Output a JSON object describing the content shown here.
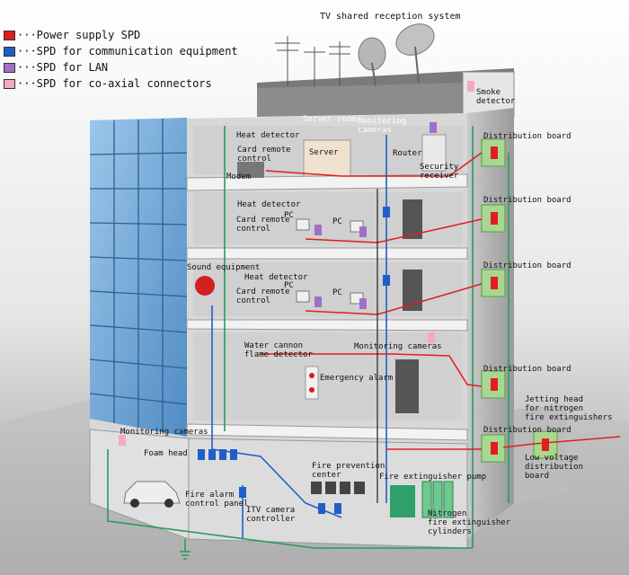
{
  "legend": [
    {
      "label": "···Power supply SPD",
      "color": "#e01e1e"
    },
    {
      "label": "···SPD for communication equipment",
      "color": "#1f5fc8"
    },
    {
      "label": "···SPD for LAN",
      "color": "#a070c8"
    },
    {
      "label": "···SPD for co-axial connectors",
      "color": "#f4a8c8"
    }
  ],
  "labels": {
    "tv_system": "TV shared reception system",
    "smoke_detector": "Smoke\ndetector",
    "server_room": "Server room",
    "monitoring_cameras_top": "Monitoring\ncameras",
    "heat_detector_1": "Heat detector",
    "card_remote_1": "Card remote\ncontrol",
    "server": "Server",
    "router": "Router",
    "modem": "Modem",
    "security_receiver": "Security\nreceiver",
    "heat_detector_2": "Heat detector",
    "card_remote_2": "Card remote\ncontrol",
    "pc_2a": "PC",
    "pc_2b": "PC",
    "sound_equipment": "Sound equipment",
    "heat_detector_3": "Heat detector",
    "card_remote_3": "Card remote\ncontrol",
    "pc_3a": "PC",
    "pc_3b": "PC",
    "monitoring_cameras_mid": "Monitoring cameras",
    "water_cannon": "Water cannon\nflame detector",
    "emergency_alarm": "Emergency alarm",
    "monitoring_cameras_low": "Monitoring cameras",
    "foam_head": "Foam head",
    "fire_prevention_center": "Fire prevention\ncenter",
    "fire_extinguisher_pump": "Fire extinguisher pump",
    "fire_alarm_panel": "Fire alarm\ncontrol panel",
    "itv_camera": "ITV camera\ncontroller",
    "nitrogen_cylinders": "Nitrogen\nfire extinguisher\ncylinders",
    "dist_board_1": "Distribution board",
    "dist_board_2": "Distribution board",
    "dist_board_3": "Distribution board",
    "dist_board_4": "Distribution board",
    "dist_board_5": "Distribution board",
    "jetting_head": "Jetting head\nfor nitrogen\nfire extinguishers",
    "low_voltage_board": "Low voltage\ndistribution\nboard"
  },
  "colors": {
    "power": "#e01e1e",
    "comm": "#1f5fc8",
    "lan": "#a070c8",
    "coax": "#f4a8c8",
    "cable_green": "#2a9a5a",
    "window_blue": "#6fa8d8"
  }
}
